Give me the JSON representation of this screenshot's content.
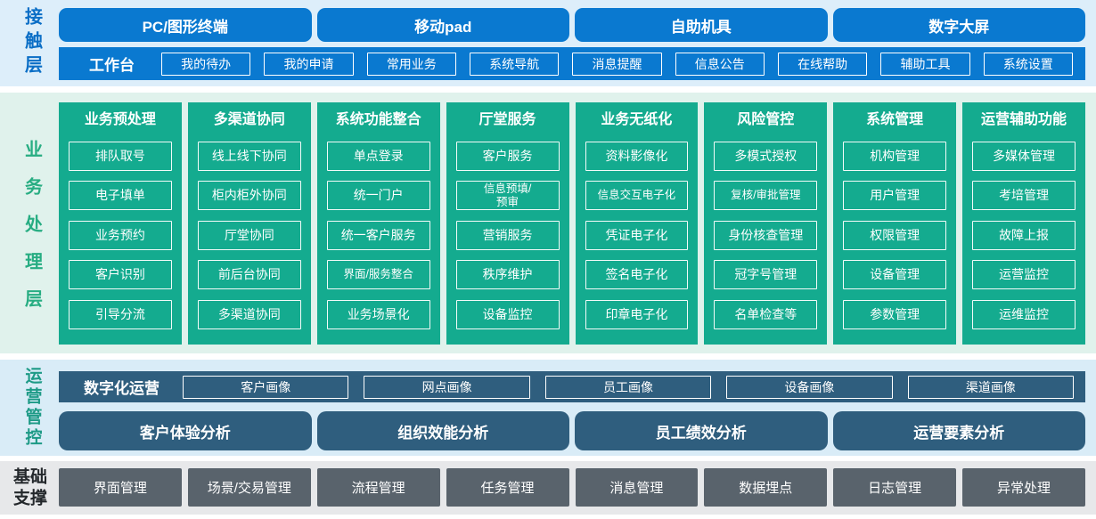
{
  "colors": {
    "accent_blue": "#0a79d0",
    "label_blue": "#0a6ec6",
    "teal_green": "#14ab8f",
    "label_green": "#27ad82",
    "slate_blue": "#2f5e7e",
    "label_teal": "#1d9a86",
    "foundation_gray": "#59636c",
    "contact_bg": "#ddeefa",
    "business_bg": "#e0f2ec",
    "operation_bg": "#d9ecf7",
    "foundation_bg": "#e7e8ea"
  },
  "contact": {
    "label": "接触层",
    "terminals": [
      "PC/图形终端",
      "移动pad",
      "自助机具",
      "数字大屏"
    ],
    "workbench": {
      "label": "工作台",
      "items": [
        "我的待办",
        "我的申请",
        "常用业务",
        "系统导航",
        "消息提醒",
        "信息公告",
        "在线帮助",
        "辅助工具",
        "系统设置"
      ]
    }
  },
  "business": {
    "label": "业务处理层",
    "columns": [
      {
        "title": "业务预处理",
        "items": [
          "排队取号",
          "电子填单",
          "业务预约",
          "客户识别",
          "引导分流"
        ]
      },
      {
        "title": "多渠道协同",
        "items": [
          "线上线下协同",
          "柜内柜外协同",
          "厅堂协同",
          "前后台协同",
          "多渠道协同"
        ]
      },
      {
        "title": "系统功能整合",
        "items": [
          "单点登录",
          "统一门户",
          "统一客户服务",
          "界面/服务整合",
          "业务场景化"
        ]
      },
      {
        "title": "厅堂服务",
        "items": [
          "客户服务",
          "信息预填/\n预审",
          "营销服务",
          "秩序维护",
          "设备监控"
        ]
      },
      {
        "title": "业务无纸化",
        "items": [
          "资料影像化",
          "信息交互电子化",
          "凭证电子化",
          "签名电子化",
          "印章电子化"
        ]
      },
      {
        "title": "风险管控",
        "items": [
          "多模式授权",
          "复核/审批管理",
          "身份核查管理",
          "冠字号管理",
          "名单检查等"
        ]
      },
      {
        "title": "系统管理",
        "items": [
          "机构管理",
          "用户管理",
          "权限管理",
          "设备管理",
          "参数管理"
        ]
      },
      {
        "title": "运营辅助功能",
        "items": [
          "多媒体管理",
          "考培管理",
          "故障上报",
          "运营监控",
          "运维监控"
        ]
      }
    ]
  },
  "operation": {
    "label": "运营管控",
    "digital": {
      "label": "数字化运营",
      "items": [
        "客户画像",
        "网点画像",
        "员工画像",
        "设备画像",
        "渠道画像"
      ]
    },
    "analysis": [
      "客户体验分析",
      "组织效能分析",
      "员工绩效分析",
      "运营要素分析"
    ]
  },
  "foundation": {
    "label": "基础支撑",
    "items": [
      "界面管理",
      "场景/交易管理",
      "流程管理",
      "任务管理",
      "消息管理",
      "数据埋点",
      "日志管理",
      "异常处理"
    ]
  }
}
